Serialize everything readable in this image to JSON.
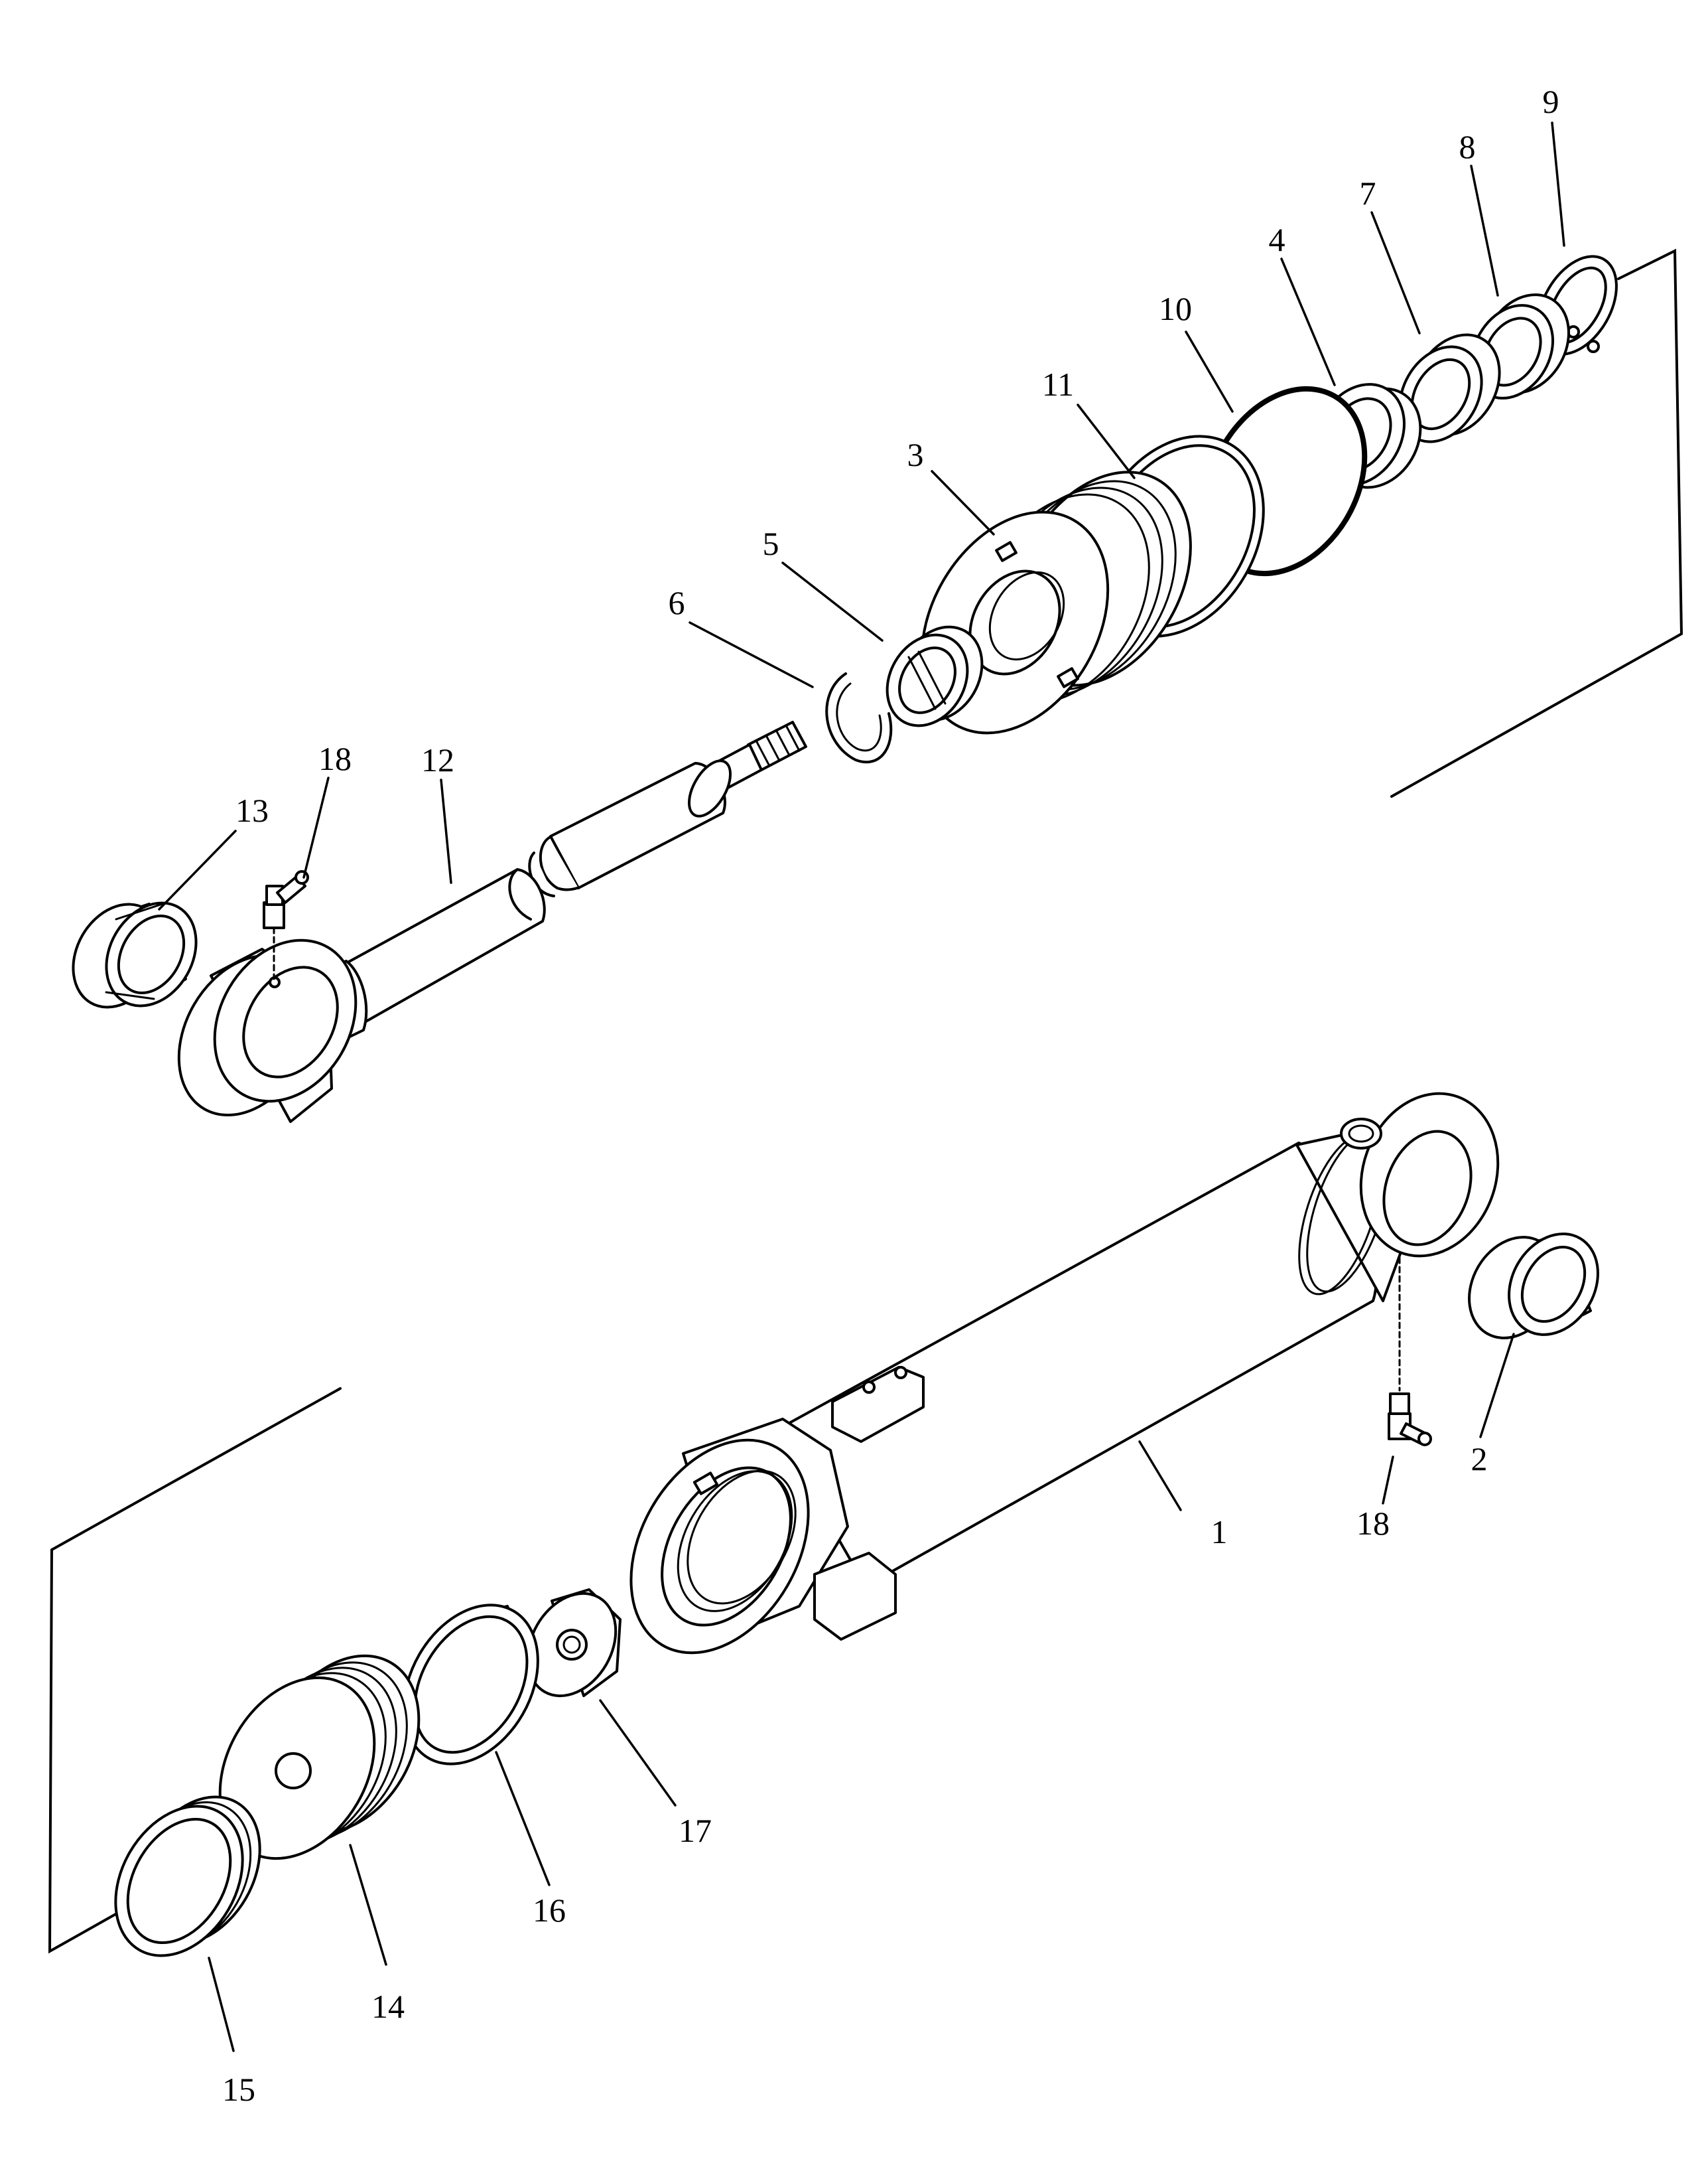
{
  "colors": {
    "ink": "#000000",
    "paper": "#ffffff"
  },
  "callouts": {
    "c1": "1",
    "c2": "2",
    "c3": "3",
    "c4": "4",
    "c5": "5",
    "c6": "6",
    "c7": "7",
    "c8": "8",
    "c9": "9",
    "c10": "10",
    "c11": "11",
    "c12": "12",
    "c13": "13",
    "c14": "14",
    "c15": "15",
    "c16": "16",
    "c17": "17",
    "c18a": "18",
    "c18b": "18"
  }
}
